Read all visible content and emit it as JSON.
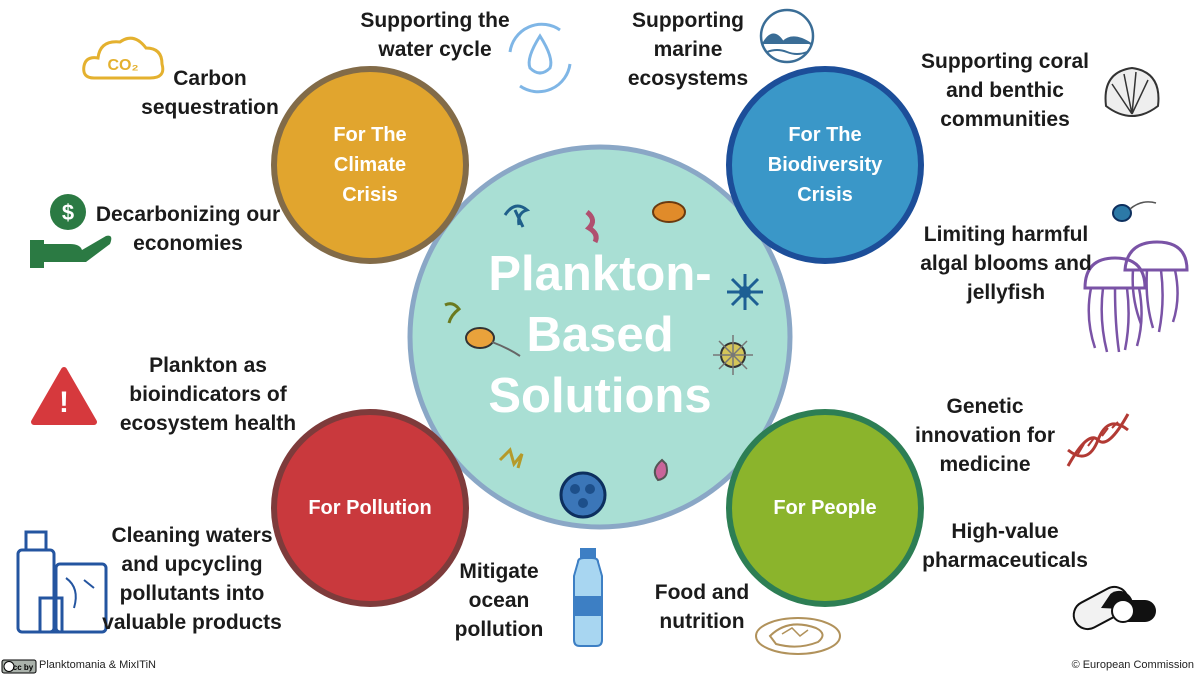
{
  "center": {
    "title": "Plankton-\nBased\nSolutions",
    "fill": "#a9dfd4",
    "stroke": "#8aa7c6"
  },
  "circles": {
    "climate": {
      "label": "For The\nClimate\nCrisis",
      "fill": "#e1a52e",
      "stroke": "#826b48"
    },
    "biodiversity": {
      "label": "For The\nBiodiversity\nCrisis",
      "fill": "#3a97c8",
      "stroke": "#1c4e99"
    },
    "pollution": {
      "label": "For Pollution",
      "fill": "#c9393d",
      "stroke": "#7e3b3b"
    },
    "people": {
      "label": "For People",
      "fill": "#8bb42c",
      "stroke": "#2d7e54"
    }
  },
  "labels": {
    "carbon": "Carbon\nsequestration",
    "water_cycle": "Supporting the\nwater cycle",
    "marine": "Supporting\nmarine\necosystems",
    "coral": "Supporting coral\nand benthic\ncommunities",
    "decarbonizing": "Decarbonizing our\neconomies",
    "algal": "Limiting harmful\nalgal blooms and\njellyfish",
    "bioindicators": "Plankton as\nbioindicators of\necosystem health",
    "genetic": "Genetic\ninnovation for\nmedicine",
    "cleaning": "Cleaning waters\nand upcycling\npollutants into\nvaluable products",
    "mitigate": "Mitigate\nocean\npollution",
    "food": "Food and\nnutrition",
    "pharma": "High-value\npharmaceuticals"
  },
  "icons": {
    "co2_text": "CO₂",
    "dollar_text": "$",
    "warning_text": "!"
  },
  "footer": {
    "left": "Planktomania & MixITiN",
    "license": "cc by",
    "right": "© European Commission"
  }
}
